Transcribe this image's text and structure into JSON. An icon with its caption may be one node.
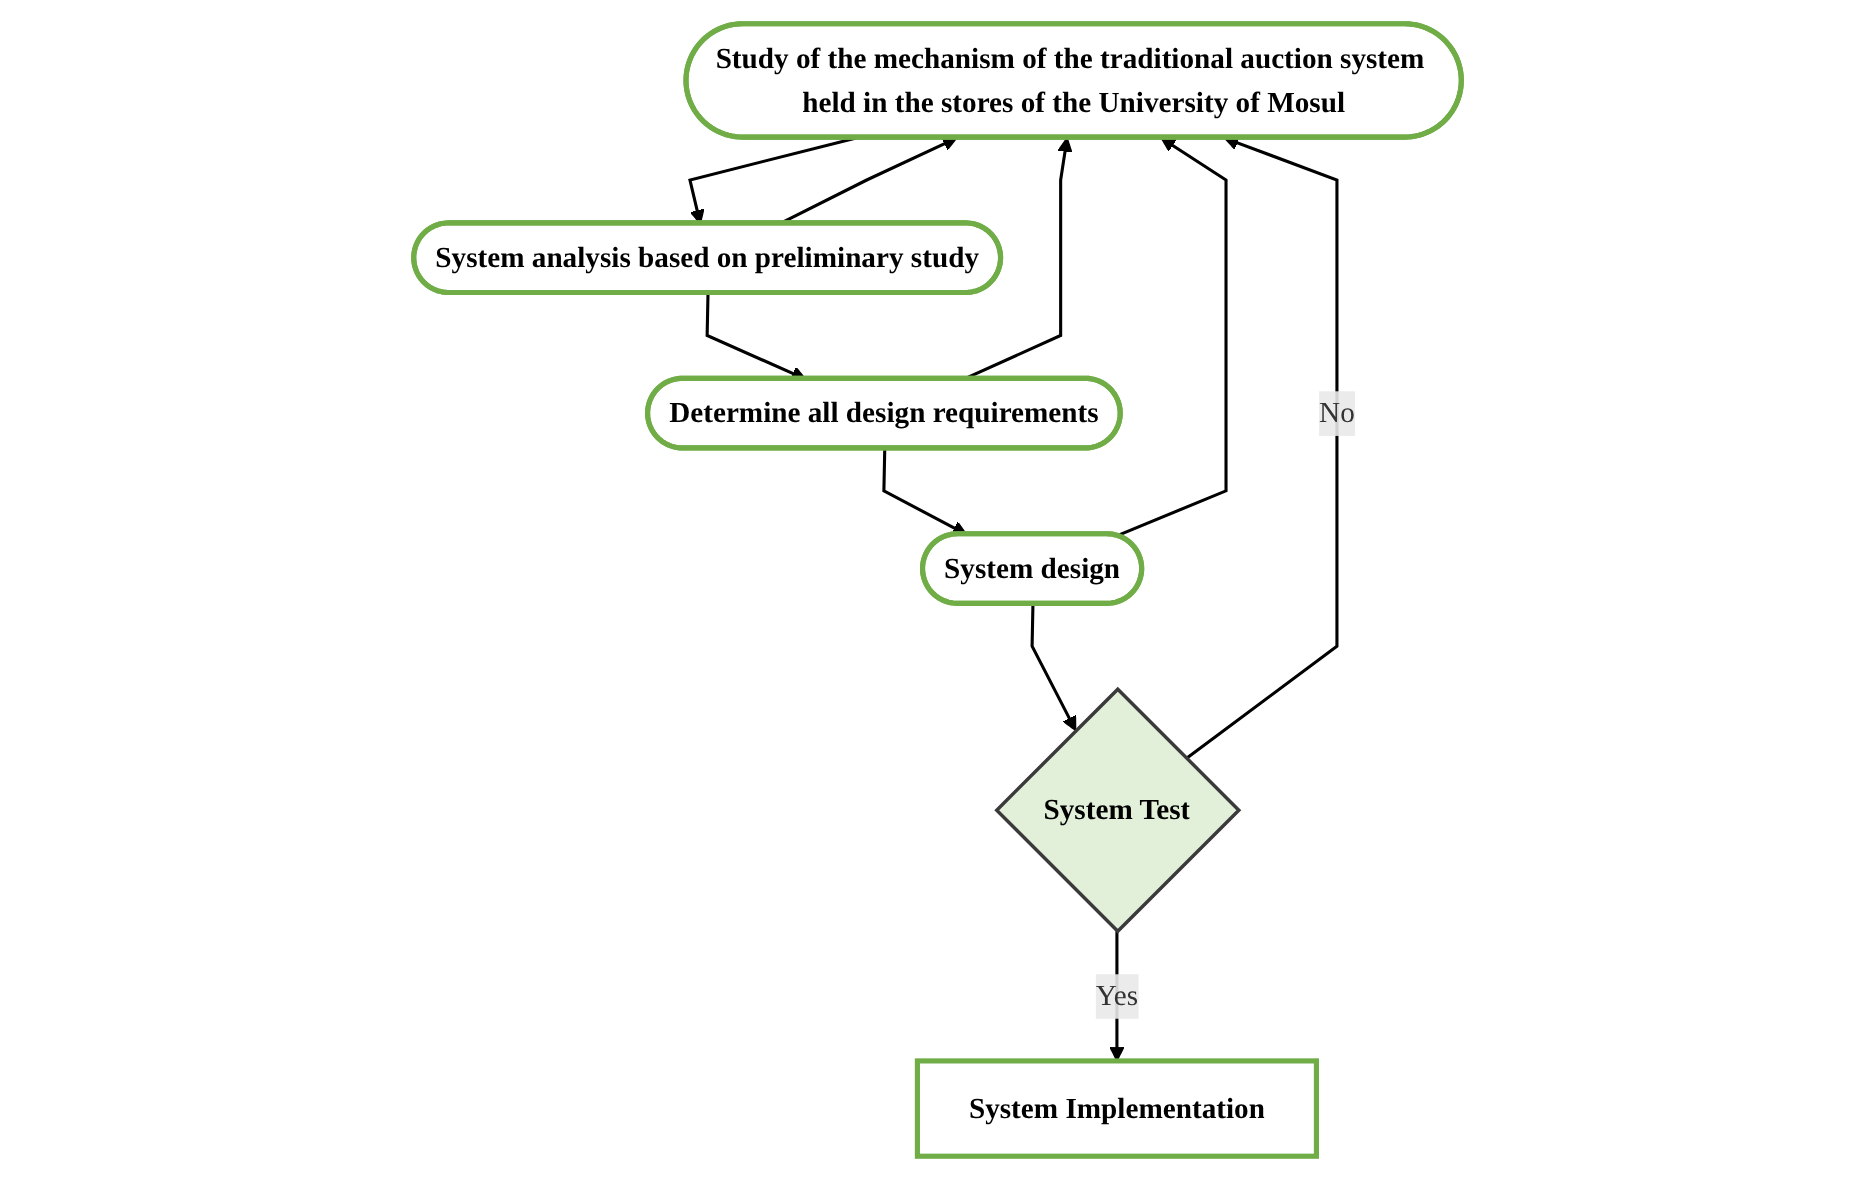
{
  "diagram": {
    "nodes": [
      {
        "text": [
          "Study of the mechanism of the traditional auction system held in the stores of the University of Mosul"
        ]
      },
      {
        "text": [
          "System analysis based on preliminary study"
        ]
      },
      {
        "text": [
          "Determine all design requirements"
        ]
      },
      {
        "text": [
          "System design"
        ]
      },
      {
        "text": [
          "System Test"
        ]
      },
      {
        "text": [
          "System Implementation"
        ]
      }
    ],
    "edges": [
      {
        "from": 0,
        "to": 1,
        "arrow": "to"
      },
      {
        "from": 1,
        "to": 2,
        "arrow": "to"
      },
      {
        "from": 2,
        "to": 3,
        "arrow": "to"
      },
      {
        "from": 3,
        "to": 4,
        "arrow": "to"
      },
      {
        "from": 4,
        "to": 5,
        "label": "Yes",
        "arrow": "to"
      },
      {
        "from": 4,
        "to": 0,
        "label": "No",
        "arrow": "to"
      },
      {
        "from": 1,
        "to": 0,
        "arrow": "to"
      },
      {
        "from": 2,
        "to": 0,
        "arrow": "to"
      },
      {
        "from": 3,
        "to": 0,
        "arrow": "to"
      }
    ]
  }
}
